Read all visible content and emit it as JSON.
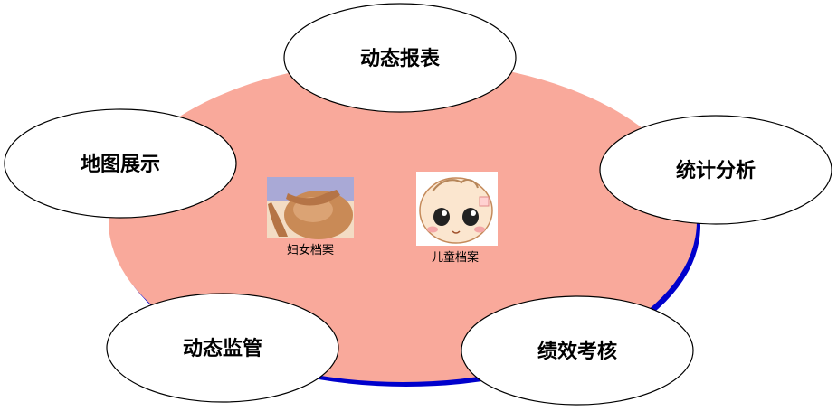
{
  "diagram": {
    "center_color": "#f9a99b",
    "center_shadow_color": "#0000cc",
    "node_fill": "#ffffff",
    "node_stroke": "#000000",
    "nodes": [
      {
        "id": "top",
        "label": "动态报表"
      },
      {
        "id": "left",
        "label": "地图展示"
      },
      {
        "id": "right",
        "label": "统计分析"
      },
      {
        "id": "bottom-left",
        "label": "动态监管"
      },
      {
        "id": "bottom-right",
        "label": "绩效考核"
      }
    ],
    "center_items": [
      {
        "id": "women",
        "caption": "妇女档案",
        "icon": "pregnant-belly-photo"
      },
      {
        "id": "children",
        "caption": "儿童档案",
        "icon": "baby-face-cartoon"
      }
    ]
  }
}
